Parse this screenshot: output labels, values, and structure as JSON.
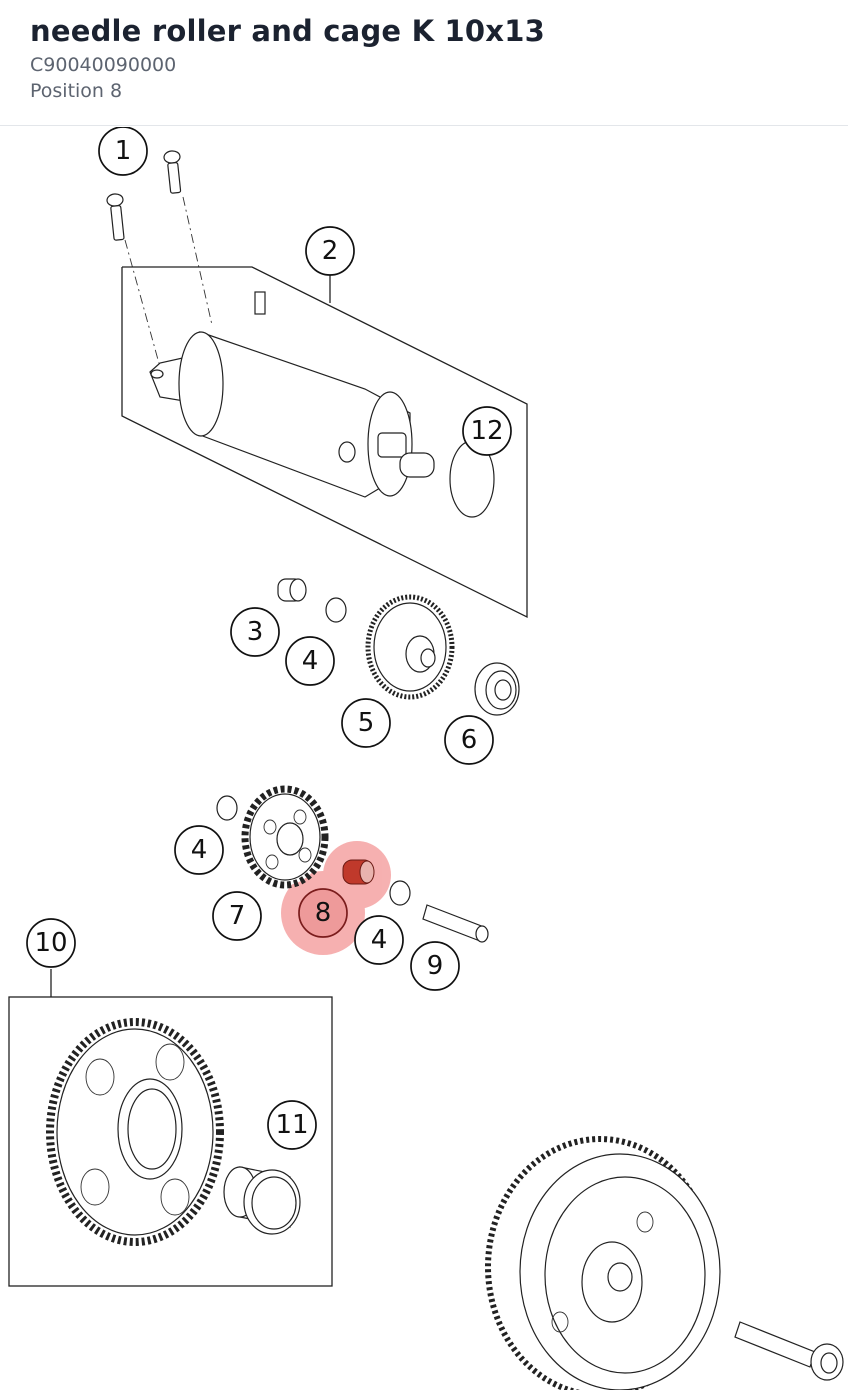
{
  "header": {
    "title": "needle roller and cage K 10x13",
    "part_number": "C90040090000",
    "position": "Position 8"
  },
  "diagram": {
    "highlight_color": "#f5a3a3",
    "selected_position": "8",
    "callouts": [
      {
        "id": "pos-1",
        "label": "1"
      },
      {
        "id": "pos-2",
        "label": "2"
      },
      {
        "id": "pos-12",
        "label": "12"
      },
      {
        "id": "pos-3",
        "label": "3"
      },
      {
        "id": "pos-4a",
        "label": "4"
      },
      {
        "id": "pos-5",
        "label": "5"
      },
      {
        "id": "pos-6",
        "label": "6"
      },
      {
        "id": "pos-4b",
        "label": "4"
      },
      {
        "id": "pos-7",
        "label": "7"
      },
      {
        "id": "pos-8",
        "label": "8"
      },
      {
        "id": "pos-4c",
        "label": "4"
      },
      {
        "id": "pos-9",
        "label": "9"
      },
      {
        "id": "pos-10",
        "label": "10"
      },
      {
        "id": "pos-11",
        "label": "11"
      }
    ]
  }
}
